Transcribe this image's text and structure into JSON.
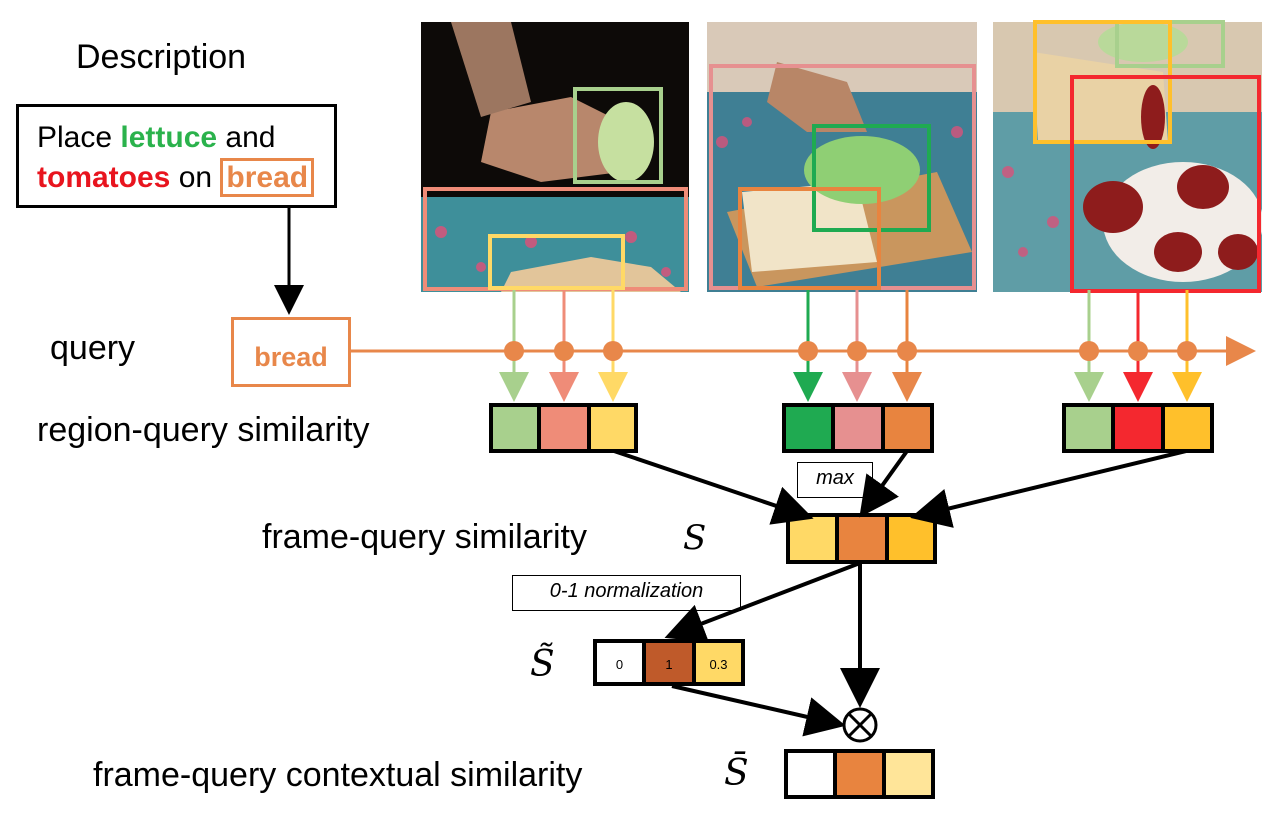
{
  "description": {
    "heading": "Description",
    "line1_prefix": "Place ",
    "word_lettuce": "lettuce",
    "word_and": " and",
    "word_tomatoes": "tomatoes",
    "word_on": " on",
    "word_bread": "bread"
  },
  "query": {
    "label": "query",
    "value": "bread"
  },
  "labels": {
    "region_query": "region-query similarity",
    "frame_query": "frame-query similarity",
    "frame_query_symbol": "S",
    "normalized_symbol": "S̃",
    "contextual": "frame-query contextual similarity",
    "contextual_symbol": "S̄",
    "max_tag": "max",
    "normalization_tag": "0-1 normalization"
  },
  "normalized_values": [
    "0",
    "1",
    "0.3"
  ],
  "colors": {
    "frame1": [
      "#a8d08d",
      "#ef8c78",
      "#ffd966"
    ],
    "frame2": [
      "#1faa51",
      "#e69090",
      "#e8843f"
    ],
    "frame3": [
      "#a8d08d",
      "#f4282f",
      "#ffc02b"
    ],
    "frame_similarity": [
      "#ffd966",
      "#e8843f",
      "#ffc02b"
    ],
    "normalized": [
      "#ffffff",
      "#bf5a2a",
      "#ffd966"
    ],
    "contextual": [
      "#ffffff",
      "#e8843f",
      "#ffe599"
    ],
    "query_line": "#e8874a"
  }
}
